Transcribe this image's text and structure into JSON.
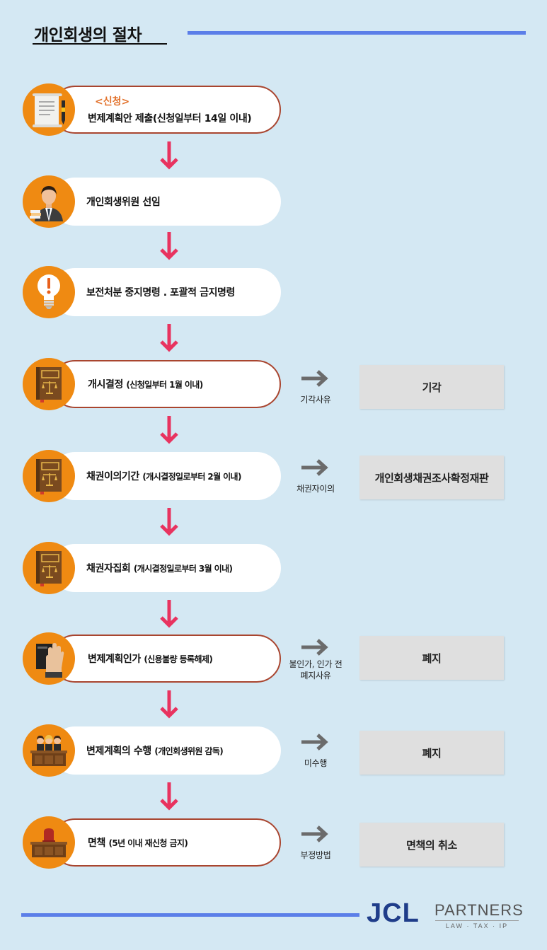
{
  "title": "개인회생의 절차",
  "steps": [
    {
      "head": "<신청>",
      "label": "변제계획안 제출",
      "sub": "(신청일부터 14일 이내)",
      "icon": "document-pen-icon"
    },
    {
      "head": "",
      "label": "개인회생위원 선임",
      "sub": "",
      "icon": "businessman-icon"
    },
    {
      "head": "",
      "label": "보전처분 중지명령 . 포괄적 금지명령",
      "sub": "",
      "icon": "lightbulb-icon"
    },
    {
      "head": "",
      "label": "개시결정 ",
      "sub": "(신청일부터 1월 이내)",
      "icon": "law-book-icon"
    },
    {
      "head": "",
      "label": "채권이의기간 ",
      "sub": "(개시결정일로부터 2월 이내)",
      "icon": "law-book-icon"
    },
    {
      "head": "",
      "label": "채권자집회 ",
      "sub": "(개시결정일로부터 3월 이내)",
      "icon": "law-book-icon"
    },
    {
      "head": "",
      "label": "변제계획인가 ",
      "sub": "(신용불량 등록해제)",
      "icon": "oath-hand-bible-icon"
    },
    {
      "head": "",
      "label": "변제계획의 수행 ",
      "sub": "(개인회생위원 감독)",
      "icon": "judges-bench-icon"
    },
    {
      "head": "",
      "label": "면책 ",
      "sub": "(5년 이내 재신청 금지)",
      "icon": "courtroom-chair-icon"
    }
  ],
  "branches": [
    {
      "condition": "기각사유",
      "result": "기각"
    },
    {
      "condition": "채권자이의",
      "result": "개인회생채권조사확정재판"
    },
    {
      "condition_line1": "불인가, 인가 전",
      "condition_line2": "폐지사유",
      "result": "폐지"
    },
    {
      "condition": "미수행",
      "result": "폐지"
    },
    {
      "condition": "부정방법",
      "result": "면책의 취소"
    }
  ],
  "logo": {
    "brand": "JCL",
    "name": "PARTNERS",
    "tagline": "LAW · TAX · IP"
  },
  "colors": {
    "background": "#d4e8f3",
    "accent_blue": "#5b7ee8",
    "icon_orange": "#ef8a12",
    "arrow_pink": "#e8335f",
    "pill_border": "#a9452f",
    "head_orange": "#e2722c"
  }
}
